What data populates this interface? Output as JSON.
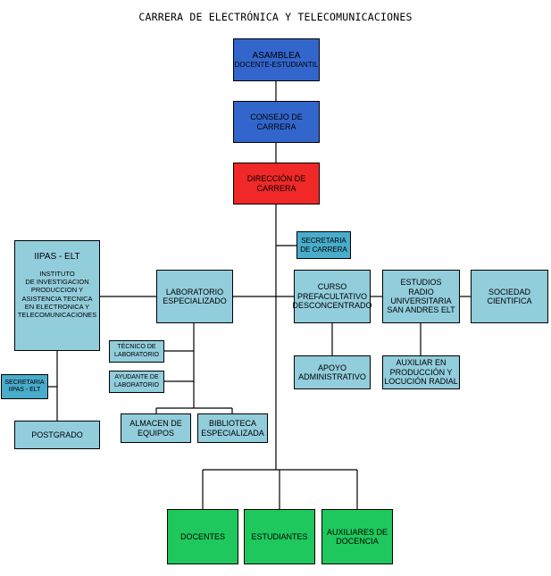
{
  "title": "CARRERA DE ELECTRÓNICA Y TELECOMUNICACIONES",
  "nodes": {
    "asamblea": {
      "line1": "ASAMBLEA",
      "line2": "DOCENTE-ESTUDIANTIL"
    },
    "consejo": {
      "label": "CONSEJO DE\nCARRERA"
    },
    "direccion": {
      "label": "DIRECCIÓN DE\nCARRERA"
    },
    "secretaria_carrera": {
      "label": "SECRETARIA\nDE CARRERA"
    },
    "iipas": {
      "line1": "IIPAS - ELT",
      "line2": "INSTITUTO\nDE INVESTIGACION\nPRODUCCION Y\nASISTENCIA TECNICA\nEN ELECTRONICA Y\nTELECOMUNICACIONES"
    },
    "laboratorio": {
      "label": "LABORATORIO\nESPECIALIZADO"
    },
    "curso": {
      "label": "CURSO\nPREFACULTATIVO\nDESCONCENTRADO"
    },
    "estudios_radio": {
      "label": "ESTUDIOS\nRADIO\nUNIVERSITARIA\nSAN ANDRES ELT"
    },
    "sociedad": {
      "label": "SOCIEDAD\nCIENTIFICA"
    },
    "secretaria_iipas": {
      "label": "SECRETARIA\nIIPAS - ELT"
    },
    "postgrado": {
      "label": "POSTGRADO"
    },
    "tecnico": {
      "label": "TÉCNICO DE\nLABORATORIO"
    },
    "ayudante": {
      "label": "AYUDANTE DE\nLABORATORIO"
    },
    "almacen": {
      "label": "ALMACEN DE\nEQUIPOS"
    },
    "biblioteca": {
      "label": "BIBLIOTECA\nESPECIALIZADA"
    },
    "apoyo": {
      "label": "APOYO\nADMINISTRATIVO"
    },
    "auxiliar_radial": {
      "label": "AUXILIAR EN\nPRODUCCIÓN Y\nLOCUCIÓN RADIAL"
    },
    "docentes": {
      "label": "DOCENTES"
    },
    "estudiantes": {
      "label": "ESTUDIANTES"
    },
    "auxiliares_docencia": {
      "label": "AUXILIARES DE\nDOCENCIA"
    }
  },
  "colors": {
    "light_box": "#92cddc",
    "governance_box": "#3366cc",
    "direction_box": "#f02828",
    "base_box": "#1ec85c",
    "secretary_box": "#4aaccb"
  }
}
